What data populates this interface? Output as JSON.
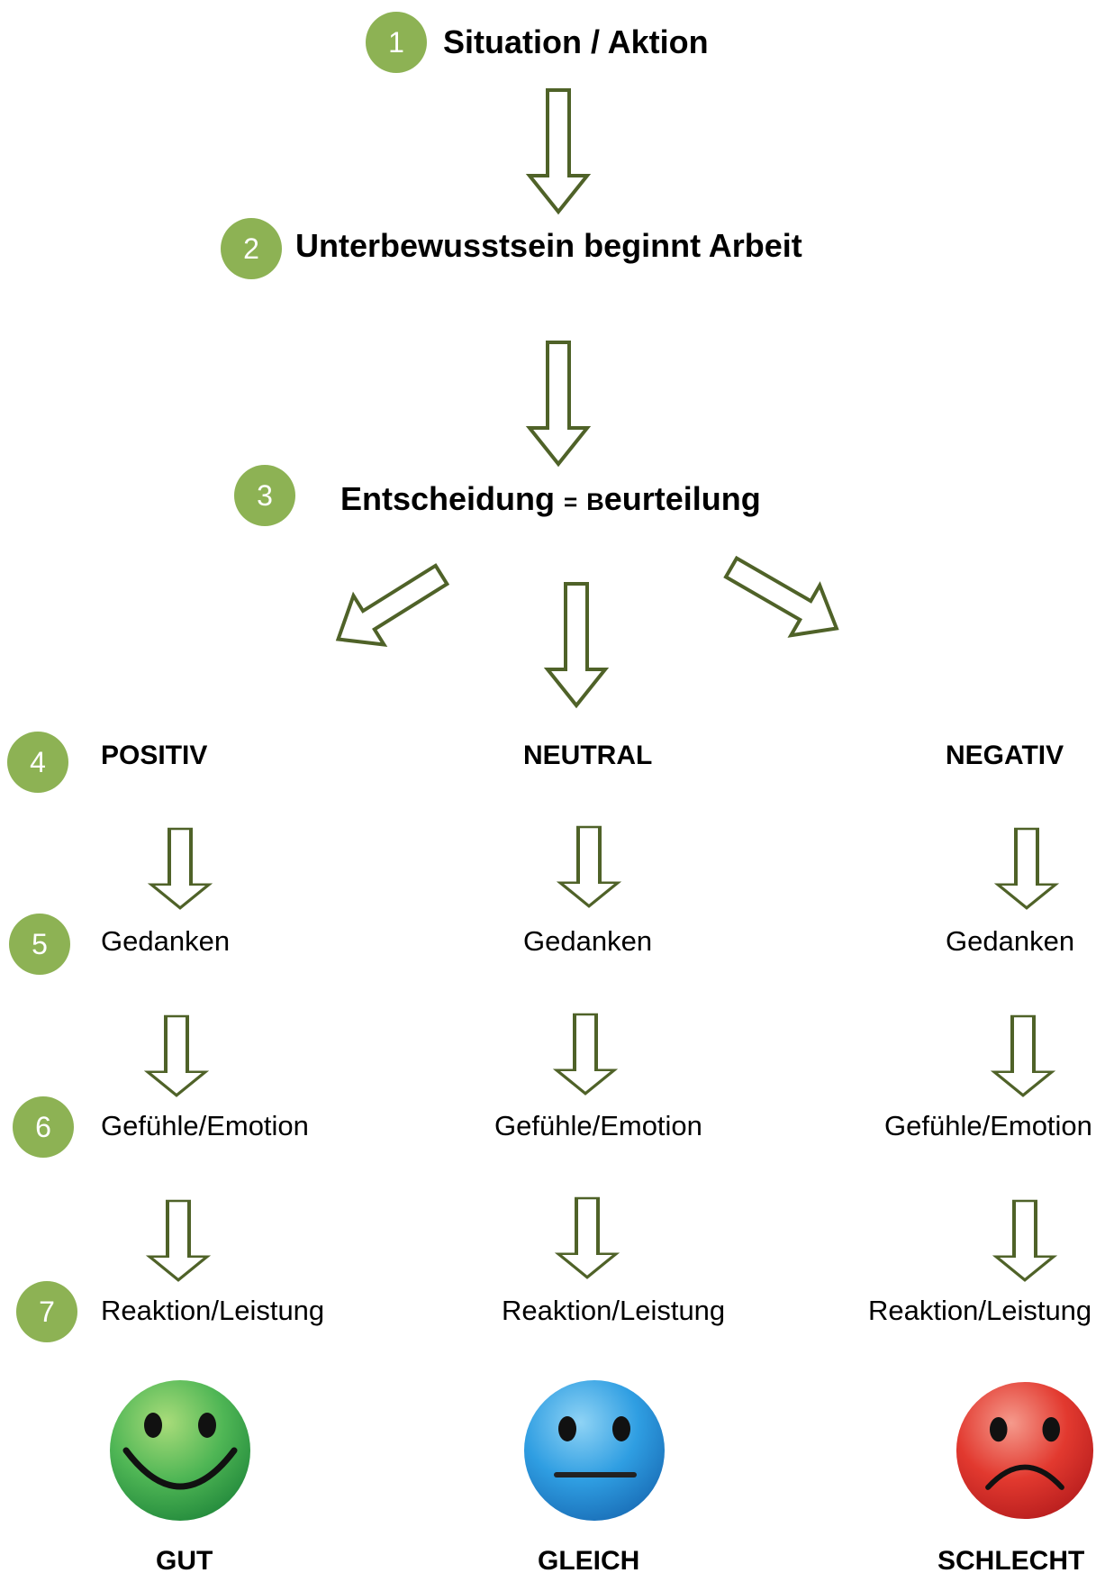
{
  "colors": {
    "badge": "#8db254",
    "arrow_stroke": "#4f6228",
    "happy": "#3daa4a",
    "neutral": "#2e9be0",
    "sad": "#e2332f"
  },
  "steps": {
    "s1": {
      "number": "1",
      "label": "Situation / Aktion"
    },
    "s2": {
      "number": "2",
      "label": "Unterbewusstsein beginnt Arbeit"
    },
    "s3": {
      "number": "3",
      "label_before": "Entscheidung ",
      "equals": "=",
      "b_letter": "B",
      "label_after": "eurteilung"
    },
    "s4": {
      "number": "4"
    },
    "s5": {
      "number": "5"
    },
    "s6": {
      "number": "6"
    },
    "s7": {
      "number": "7"
    }
  },
  "branches": [
    {
      "title": "POSITIV",
      "thoughts": "Gedanken",
      "feelings": "Gefühle/Emotion",
      "reaction": "Reaktion/Leistung",
      "result": "GUT",
      "face": "happy-face-icon"
    },
    {
      "title": "NEUTRAL",
      "thoughts": "Gedanken",
      "feelings": "Gefühle/Emotion",
      "reaction": "Reaktion/Leistung",
      "result": "GLEICH",
      "face": "neutral-face-icon"
    },
    {
      "title": "NEGATIV",
      "thoughts": "Gedanken",
      "feelings": "Gefühle/Emotion",
      "reaction": "Reaktion/Leistung",
      "result": "SCHLECHT",
      "face": "sad-face-icon"
    }
  ]
}
